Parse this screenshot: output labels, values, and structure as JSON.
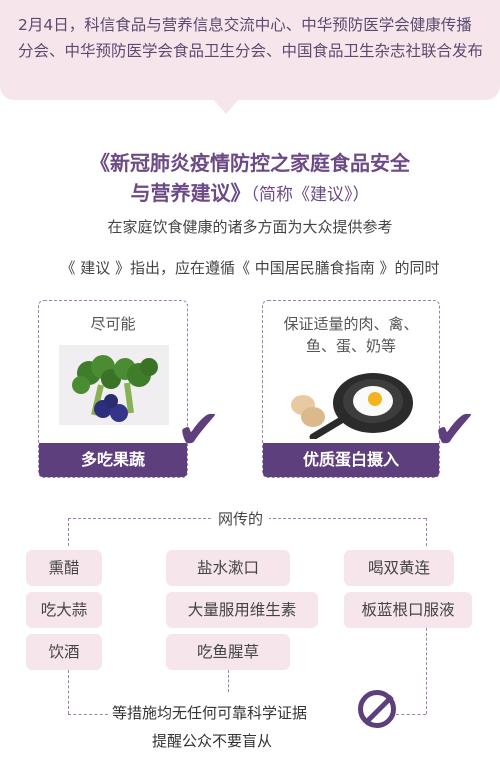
{
  "banner": {
    "text": "2月4日，科信食品与营养信息交流中心、中华预防医学会健康传播分会、中华预防医学会食品卫生分会、中国食品卫生杂志社联合发布"
  },
  "title": {
    "line1": "《新冠肺炎疫情防控之家庭食品安全",
    "line2": "与营养建议》",
    "short": "（简称《建议》）"
  },
  "subtitle1": "在家庭饮食健康的诸多方面为大众提供参考",
  "subtitle2": "《 建议 》指出，应在遵循《 中国居民膳食指南 》的同时",
  "cards": [
    {
      "top": "尽可能",
      "label": "多吃果蔬",
      "icon": "broccoli-blueberry-icon"
    },
    {
      "top": "保证适量的肉、禽、鱼、蛋、奶等",
      "label": "优质蛋白摄入",
      "icon": "fried-egg-pan-icon"
    }
  ],
  "check_icon": "checkmark-icon",
  "rumor_label": "网传的",
  "rumors": {
    "col1": [
      "熏醋",
      "吃大蒜",
      "饮酒"
    ],
    "col2": [
      "盐水漱口",
      "大量服用维生素",
      "吃鱼腥草"
    ],
    "col3": [
      "喝双黄连",
      "板蓝根口服液"
    ]
  },
  "conclusion": {
    "line1": "等措施均无任何可靠科学证据",
    "line2": "提醒公众不要盲从",
    "icon": "prohibited-icon"
  },
  "colors": {
    "accent": "#5e3f7e",
    "pink": "#f6e6ec",
    "title": "#6c4a86"
  }
}
